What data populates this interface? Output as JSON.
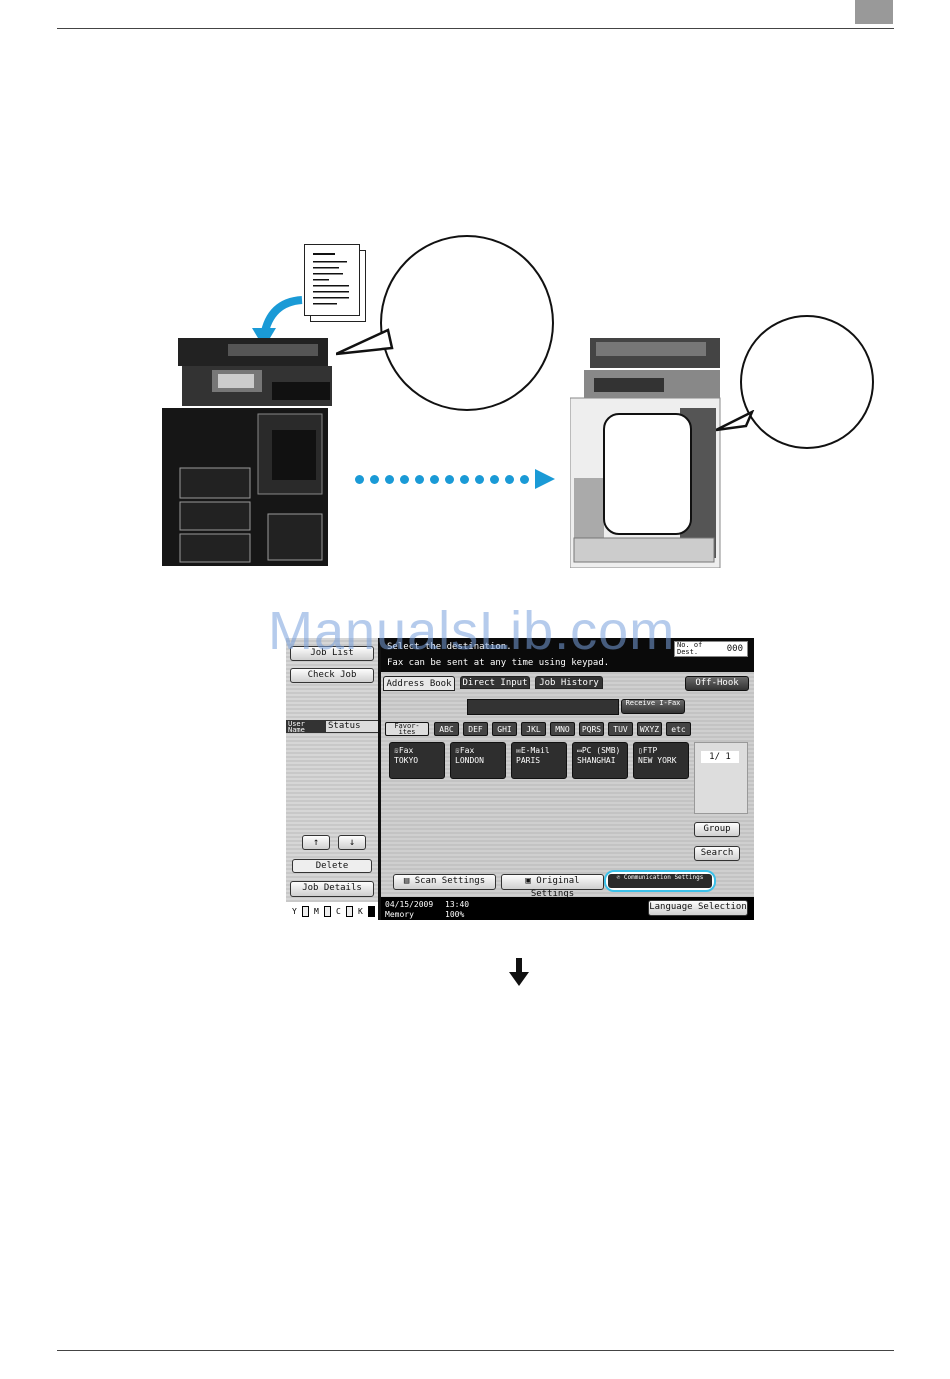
{
  "panel": {
    "left": {
      "job_list_label": "Job List",
      "check_job": "Check Job",
      "col_user_name": "User Name",
      "col_status": "Status",
      "up": "↑",
      "down": "↓",
      "delete": "Delete",
      "job_details": "Job Details"
    },
    "header": {
      "line1": "Select the destination.",
      "line2": "Fax can be sent at any time using keypad.",
      "no_of_dest_label": "No. of Dest.",
      "no_of_dest_value": "000"
    },
    "tabs": [
      {
        "label": "Address Book"
      },
      {
        "label": "Direct Input"
      },
      {
        "label": "Job History"
      }
    ],
    "off_hook": "Off-Hook",
    "receive_ifax": "Receive I-Fax",
    "index_tabs": [
      "Favor- ites",
      "ABC",
      "DEF",
      "GHI",
      "JKL",
      "MNO",
      "PQRS",
      "TUV",
      "WXYZ",
      "etc"
    ],
    "destinations": [
      {
        "type": "Fax",
        "name": "TOKYO"
      },
      {
        "type": "Fax",
        "name": "LONDON"
      },
      {
        "type": "E-Mail",
        "name": "PARIS"
      },
      {
        "type": "PC (SMB)",
        "name": "SHANGHAI"
      },
      {
        "type": "FTP",
        "name": "NEW YORK"
      }
    ],
    "page_indicator": "1/ 1",
    "group": "Group",
    "search": "Search",
    "scan_settings": "Scan Settings",
    "original_settings": "Original Settings",
    "communication_settings": "Communication Settings",
    "date": "04/15/2009",
    "time": "13:40",
    "memory_label": "Memory",
    "memory_value": "100%",
    "language_selection": "Language Selection",
    "toner": [
      "Y",
      "M",
      "C",
      "K"
    ]
  },
  "watermark": "ManualsLib.com",
  "colors": {
    "accent": "#1a9ad6",
    "highlight": "#3cc0e8"
  }
}
